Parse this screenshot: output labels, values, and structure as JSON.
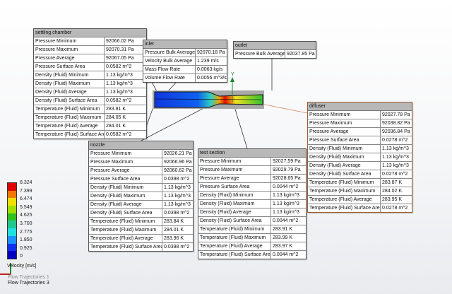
{
  "tables": [
    {
      "id": "settling",
      "title": "settling chamber",
      "rows": [
        [
          "Pressure Minimum",
          "92066.02 Pa"
        ],
        [
          "Pressure Maximum",
          "92070.31 Pa"
        ],
        [
          "Pressure Average",
          "92067.05 Pa"
        ],
        [
          "Pressure Surface Area",
          "0.0582 m^2"
        ],
        [
          "Density (Fluid) Minimum",
          "1.13 kg/m^3"
        ],
        [
          "Density (Fluid) Maximum",
          "1.13 kg/m^3"
        ],
        [
          "Density (Fluid) Average",
          "1.13 kg/m^3"
        ],
        [
          "Density (Fluid) Surface Area",
          "0.0582 m^2"
        ],
        [
          "Temperature (Fluid) Minimum",
          "283.81 K"
        ],
        [
          "Temperature (Fluid) Maximum",
          "284.05 K"
        ],
        [
          "Temperature (Fluid) Average",
          "284.01 K"
        ],
        [
          "Temperature (Fluid) Surface Area",
          "0.0582 m^2"
        ]
      ]
    },
    {
      "id": "inlet",
      "title": "inlet",
      "rows": [
        [
          "Pressure Bulk Average",
          "92070.18 Pa"
        ],
        [
          "Velocity Bulk Average",
          "1.239 m/s"
        ],
        [
          "Mass Flow Rate",
          "0.0063 kg/s"
        ],
        [
          "Volume Flow Rate",
          "0.0056 m^3/s"
        ]
      ]
    },
    {
      "id": "outlet",
      "title": "outlet",
      "rows": [
        [
          "Pressure Bulk Average",
          "92037.85 Pa"
        ]
      ]
    },
    {
      "id": "nozzle",
      "title": "nozzle",
      "rows": [
        [
          "Pressure Minimum",
          "92026.21 Pa"
        ],
        [
          "Pressure Maximum",
          "92066.96 Pa"
        ],
        [
          "Pressure Average",
          "92060.62 Pa"
        ],
        [
          "Pressure Surface Area",
          "0.0398 m^2"
        ],
        [
          "Density (Fluid) Minimum",
          "1.13 kg/m^3"
        ],
        [
          "Density (Fluid) Maximum",
          "1.13 kg/m^3"
        ],
        [
          "Density (Fluid) Average",
          "1.13 kg/m^3"
        ],
        [
          "Density (Fluid) Surface Area",
          "0.0398 m^2"
        ],
        [
          "Temperature (Fluid) Minimum",
          "283.84 K"
        ],
        [
          "Temperature (Fluid) Maximum",
          "284.01 K"
        ],
        [
          "Temperature (Fluid) Average",
          "283.96 K"
        ],
        [
          "Temperature (Fluid) Surface Area",
          "0.0398 m^2"
        ]
      ]
    },
    {
      "id": "test",
      "title": "test section",
      "rows": [
        [
          "Pressure Minimum",
          "92027.59 Pa"
        ],
        [
          "Pressure Maximum",
          "92029.79 Pa"
        ],
        [
          "Pressure Average",
          "92028.65 Pa"
        ],
        [
          "Pressure Surface Area",
          "0.0044 m^2"
        ],
        [
          "Density (Fluid) Minimum",
          "1.13 kg/m^3"
        ],
        [
          "Density (Fluid) Maximum",
          "1.13 kg/m^3"
        ],
        [
          "Density (Fluid) Average",
          "1.13 kg/m^3"
        ],
        [
          "Density (Fluid) Surface Area",
          "0.0044 m^2"
        ],
        [
          "Temperature (Fluid) Minimum",
          "283.91 K"
        ],
        [
          "Temperature (Fluid) Maximum",
          "283.99 K"
        ],
        [
          "Temperature (Fluid) Average",
          "283.97 K"
        ],
        [
          "Temperature (Fluid) Surface Area",
          "0.0044 m^2"
        ]
      ]
    },
    {
      "id": "diffuser",
      "title": "diffuser",
      "rows": [
        [
          "Pressure Minimum",
          "92027.78 Pa"
        ],
        [
          "Pressure Maximum",
          "92038.82 Pa"
        ],
        [
          "Pressure Average",
          "92036.84 Pa"
        ],
        [
          "Pressure Surface Area",
          "0.0278 m^2"
        ],
        [
          "Density (Fluid) Minimum",
          "1.13 kg/m^3"
        ],
        [
          "Density (Fluid) Maximum",
          "1.13 kg/m^3"
        ],
        [
          "Density (Fluid) Average",
          "1.13 kg/m^3"
        ],
        [
          "Density (Fluid) Surface Area",
          "0.0278 m^2"
        ],
        [
          "Temperature (Fluid) Minimum",
          "283.87 K"
        ],
        [
          "Temperature (Fluid) Maximum",
          "284.02 K"
        ],
        [
          "Temperature (Fluid) Average",
          "283.95 K"
        ],
        [
          "Temperature (Fluid) Surface Area",
          "0.0278 m^2"
        ]
      ]
    }
  ],
  "legend": {
    "title": "Velocity [m/s]",
    "ticks": [
      "8.324",
      "7.399",
      "6.474",
      "5.549",
      "4.625",
      "3.700",
      "2.775",
      "1.850",
      "0.925",
      "0"
    ],
    "colors": [
      "#e00000",
      "#f07800",
      "#f0e000",
      "#a0e000",
      "#30c020",
      "#20c890",
      "#20e0e0",
      "#1e90ff",
      "#1030f0",
      "#0000c0"
    ]
  },
  "axis_label": "Y",
  "plots": [
    "Flow Trajectories 1",
    "Flow Trajectories 3"
  ]
}
